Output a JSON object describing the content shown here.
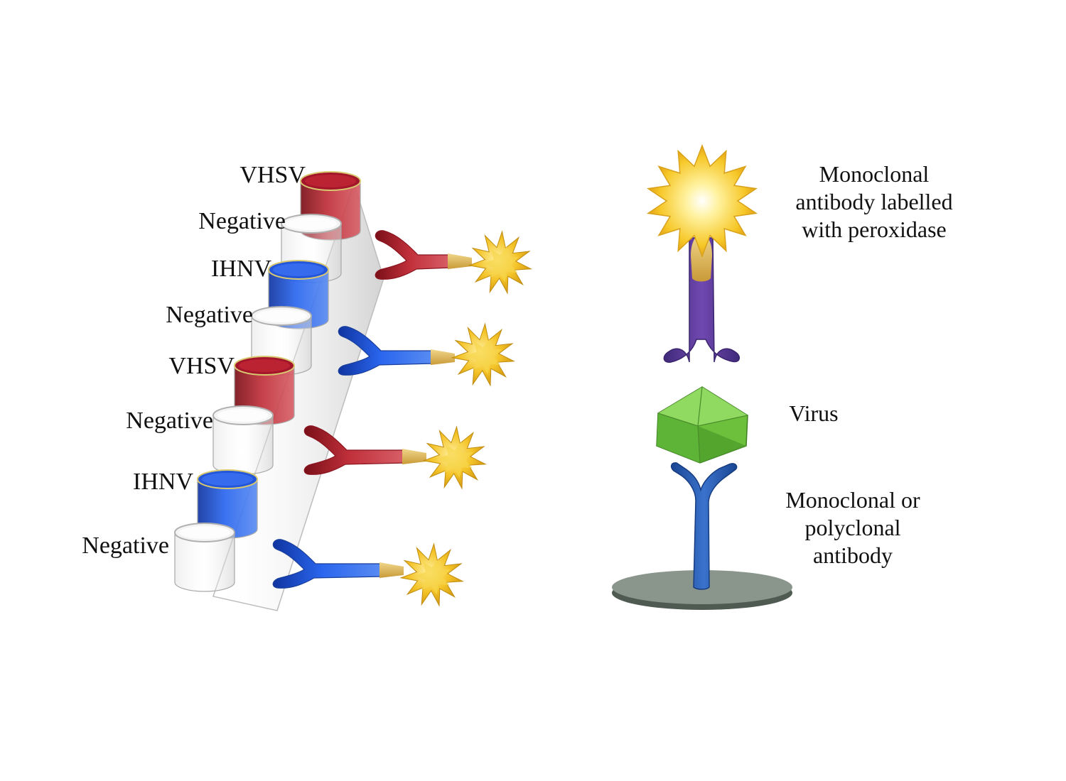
{
  "strip": {
    "wells": [
      {
        "label": "VHSV",
        "fill": "red"
      },
      {
        "label": "Negative",
        "fill": "clear"
      },
      {
        "label": "IHNV",
        "fill": "blue"
      },
      {
        "label": "Negative",
        "fill": "clear"
      },
      {
        "label": "VHSV",
        "fill": "red"
      },
      {
        "label": "Negative",
        "fill": "clear"
      },
      {
        "label": "IHNV",
        "fill": "blue"
      },
      {
        "label": "Negative",
        "fill": "clear"
      }
    ]
  },
  "legend": {
    "conjugate": {
      "lines": [
        "Monoclonal",
        "antibody labelled",
        "with peroxidase"
      ]
    },
    "virus": {
      "lines": [
        "Virus"
      ]
    },
    "capture": {
      "lines": [
        "Monoclonal or",
        "polyclonal",
        "antibody"
      ]
    }
  },
  "colors": {
    "red_well": "#b01e2a",
    "blue_well": "#1e55d8",
    "red_antibody": "#b5202b",
    "blue_antibody": "#2a58c6",
    "purple_antibody": "#5a3a9a",
    "capture_antibody": "#2a5fb8",
    "peroxidase": "#f2c12a",
    "virus": "#6cc03c",
    "plate": "#8a968c"
  }
}
